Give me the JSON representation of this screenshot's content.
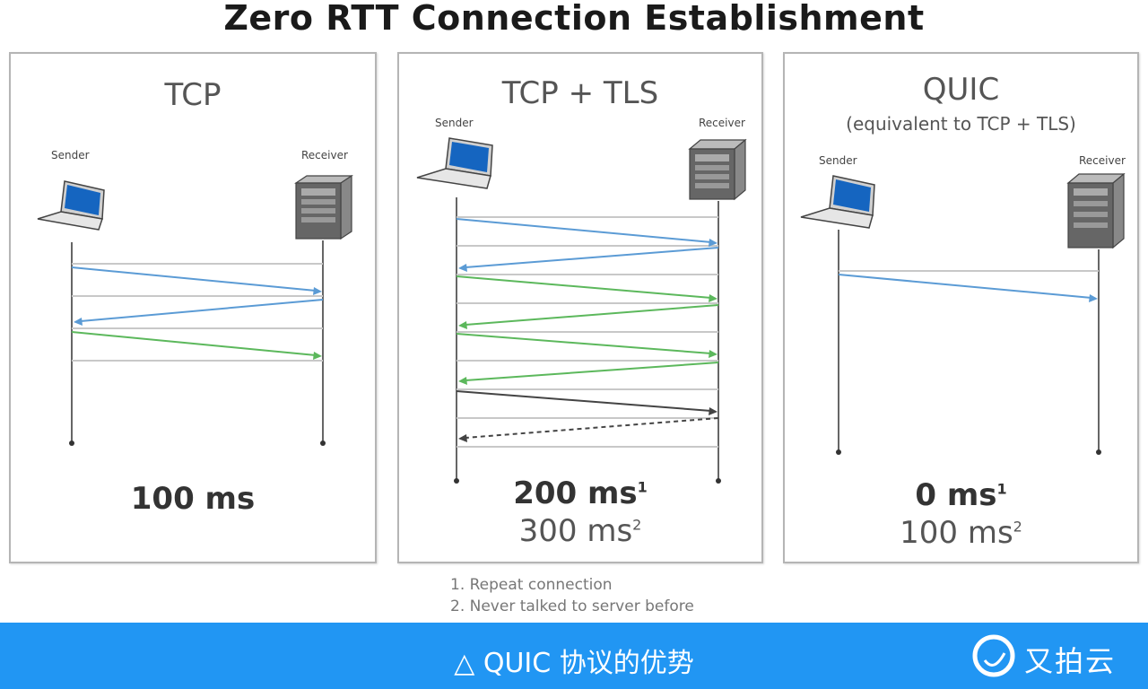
{
  "title": "Zero RTT Connection Establishment",
  "panels": [
    {
      "title": "TCP",
      "subtitle": "",
      "sender": "Sender",
      "receiver": "Receiver",
      "bold": "100 ms",
      "bold_sup": "",
      "light": "",
      "light_sup": ""
    },
    {
      "title": "TCP + TLS",
      "subtitle": "",
      "sender": "Sender",
      "receiver": "Receiver",
      "bold": "200 ms",
      "bold_sup": "1",
      "light": "300 ms",
      "light_sup": "2"
    },
    {
      "title": "QUIC",
      "subtitle": "(equivalent to TCP + TLS)",
      "sender": "Sender",
      "receiver": "Receiver",
      "bold": "0 ms",
      "bold_sup": "1",
      "light": "100 ms",
      "light_sup": "2"
    }
  ],
  "footnotes": [
    "1. Repeat connection",
    "2. Never talked to server before"
  ],
  "banner": {
    "caption": "△ QUIC 协议的优势",
    "brand": "又拍云"
  },
  "colors": {
    "blue_arrow": "#5b9bd5",
    "green_arrow": "#5cb85c",
    "dark_arrow": "#444444",
    "banner": "#2196f3",
    "laptop_screen": "#1565c0"
  },
  "icons": {
    "sender": "laptop-icon",
    "receiver": "server-icon",
    "brand": "upyun-logo-icon"
  }
}
